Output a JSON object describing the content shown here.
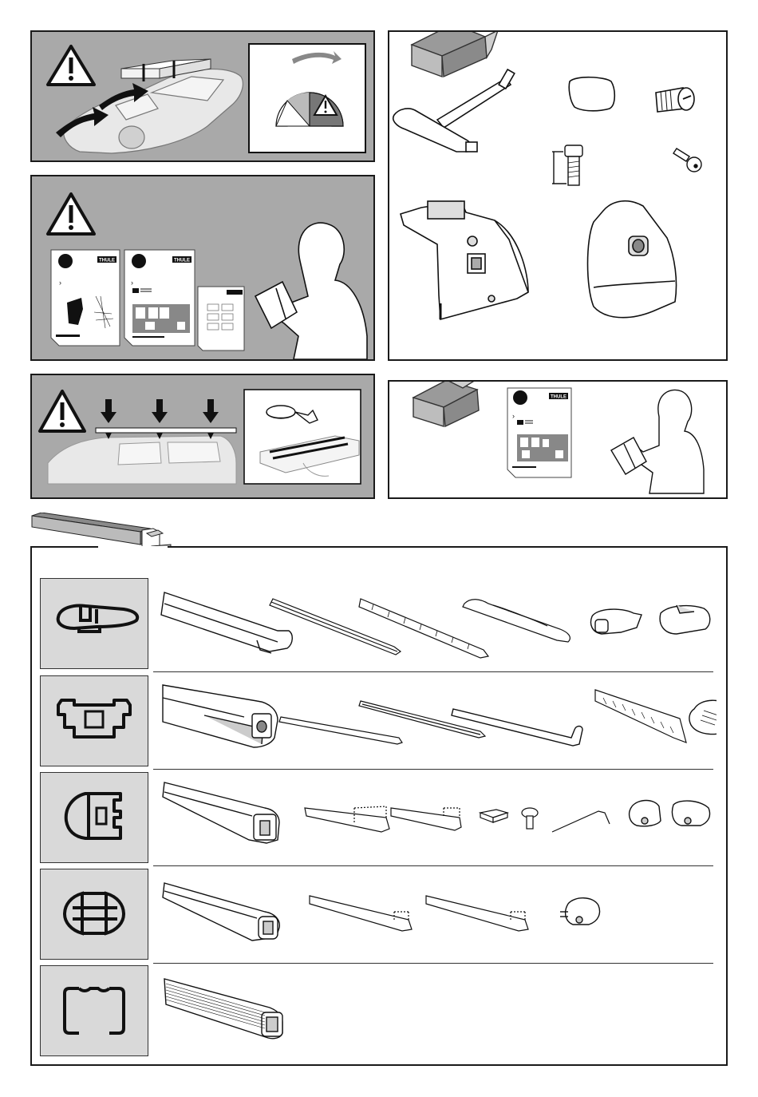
{
  "brand": {
    "logo_text": "THULE"
  },
  "colors": {
    "panel_grey": "#a9a9a9",
    "ink": "#1a1a1a",
    "paper": "#ffffff",
    "profile_bg": "#d9d9d9",
    "part_fill": "#e6e6e6"
  },
  "icons": {
    "warning": "warning-triangle-icon",
    "box": "package-box-icon"
  },
  "profiles": [
    {
      "name": "wingbar-profile"
    },
    {
      "name": "slidebar-profile"
    },
    {
      "name": "aero-t-track-profile"
    },
    {
      "name": "progress-profile"
    },
    {
      "name": "square-bar-profile"
    }
  ]
}
